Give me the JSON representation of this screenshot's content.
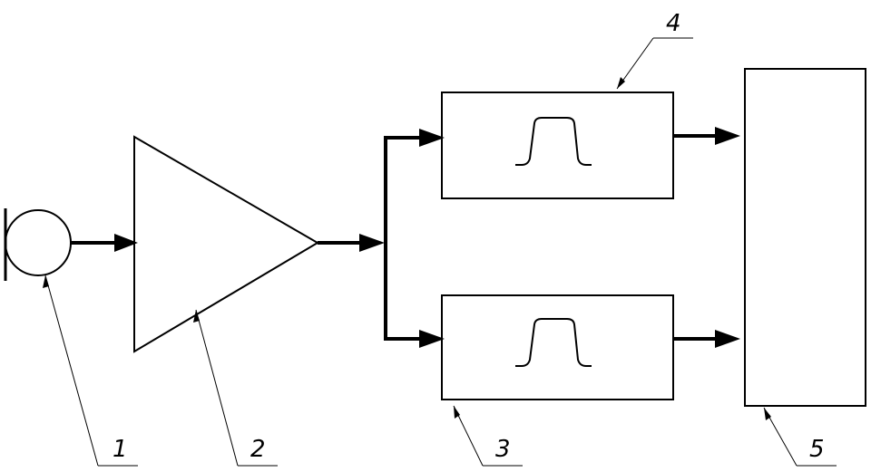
{
  "labels": {
    "sensor": "1",
    "amplifier": "2",
    "filter_lower": "3",
    "filter_upper": "4",
    "output_block": "5"
  },
  "colors": {
    "stroke": "#000000",
    "background": "#ffffff"
  }
}
